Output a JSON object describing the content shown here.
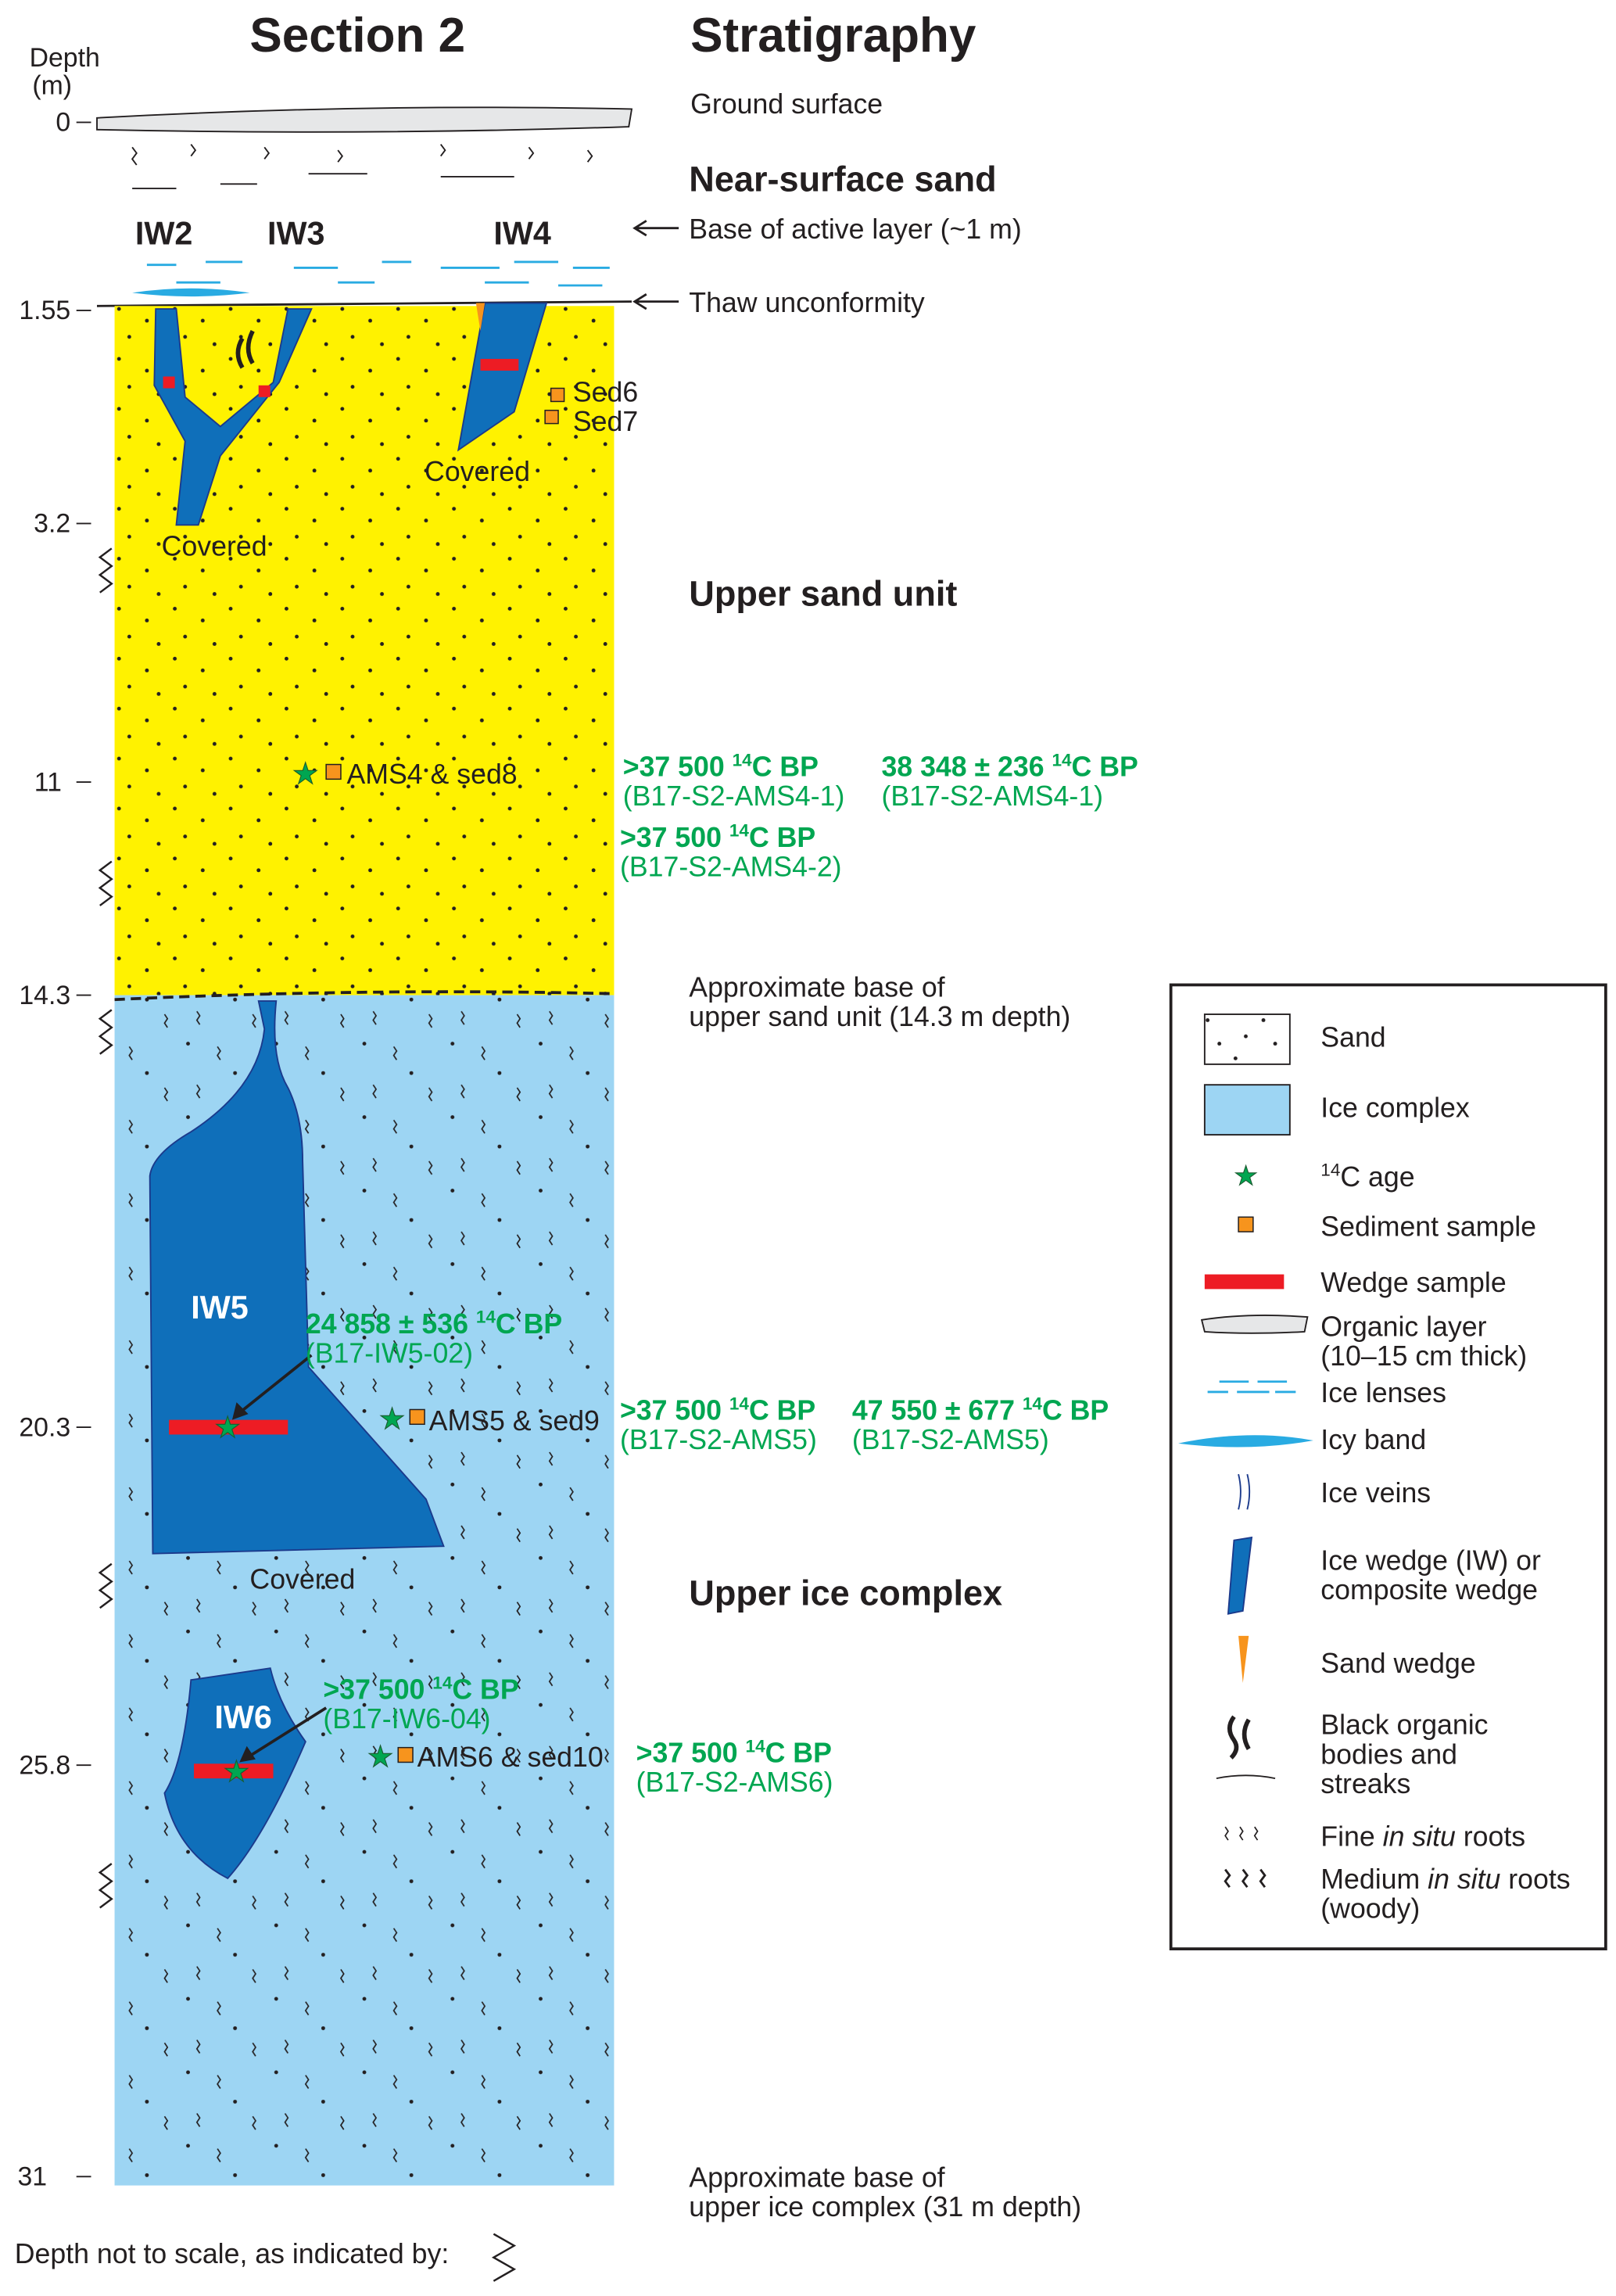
{
  "titles": {
    "section": "Section 2",
    "stratigraphy": "Stratigraphy"
  },
  "depth_axis": {
    "label_line1": "Depth",
    "label_line2": "(m)",
    "ticks": [
      "0",
      "1.55",
      "3.2",
      "11",
      "14.3",
      "20.3",
      "25.8",
      "31"
    ]
  },
  "wedges": {
    "iw2": "IW2",
    "iw3": "IW3",
    "iw4": "IW4",
    "iw5": "IW5",
    "iw6": "IW6"
  },
  "covered": "Covered",
  "samples": {
    "sed6": "Sed6",
    "sed7": "Sed7",
    "ams4": "AMS4 & sed8",
    "ams5": "AMS5 & sed9",
    "ams6": "AMS6 & sed10"
  },
  "units": {
    "ground_surface": "Ground surface",
    "near_surface_sand": "Near-surface sand",
    "active_layer": "Base of active layer (~1 m)",
    "thaw": "Thaw unconformity",
    "upper_sand": "Upper sand unit",
    "base_sand_1": "Approximate base of",
    "base_sand_2": "upper sand unit (14.3 m depth)",
    "upper_ice": "Upper ice complex",
    "base_ice_1": "Approximate base of",
    "base_ice_2": "upper ice complex (31 m depth)"
  },
  "dates": [
    {
      "value": ">37 500 ",
      "sup": "14",
      "unit": "C BP",
      "id": "(B17-S2-AMS4-1)"
    },
    {
      "value": "38 348 ± 236 ",
      "sup": "14",
      "unit": "C BP",
      "id": "(B17-S2-AMS4-1)"
    },
    {
      "value": ">37 500 ",
      "sup": "14",
      "unit": "C BP",
      "id": "(B17-S2-AMS4-2)"
    },
    {
      "value": "24 858 ± 536 ",
      "sup": "14",
      "unit": "C BP",
      "id": "(B17-IW5-02)"
    },
    {
      "value": ">37 500 ",
      "sup": "14",
      "unit": "C BP",
      "id": "(B17-S2-AMS5)"
    },
    {
      "value": "47 550 ± 677 ",
      "sup": "14",
      "unit": "C BP",
      "id": "(B17-S2-AMS5)"
    },
    {
      "value": ">37 500 ",
      "sup": "14",
      "unit": "C BP",
      "id": "(B17-IW6-04)"
    },
    {
      "value": ">37 500 ",
      "sup": "14",
      "unit": "C BP",
      "id": "(B17-S2-AMS6)"
    }
  ],
  "legend": {
    "sand": "Sand",
    "ice_complex": "Ice complex",
    "c14_sup": "14",
    "c14": "C age",
    "sediment": "Sediment sample",
    "wedge_sample": "Wedge sample",
    "organic_1": "Organic layer",
    "organic_2": "(10–15 cm thick)",
    "ice_lenses": "Ice lenses",
    "icy_band": "Icy band",
    "ice_veins": "Ice veins",
    "ice_wedge_1": "Ice wedge (IW) or",
    "ice_wedge_2": "composite wedge",
    "sand_wedge": "Sand wedge",
    "black_1": "Black organic",
    "black_2": "bodies and",
    "black_3": "streaks",
    "fine_a": "Fine ",
    "fine_b": "in situ",
    "fine_c": " roots",
    "medium_a": "Medium ",
    "medium_b": "in situ",
    "medium_c": " roots",
    "medium_2": "(woody)"
  },
  "footer": "Depth not to scale, as indicated by:",
  "colors": {
    "sand": "#fff200",
    "ice": "#9dd5f3",
    "wedge": "#0f6fba",
    "green": "#00a651",
    "red": "#ed1c24",
    "orange": "#f7941d"
  }
}
